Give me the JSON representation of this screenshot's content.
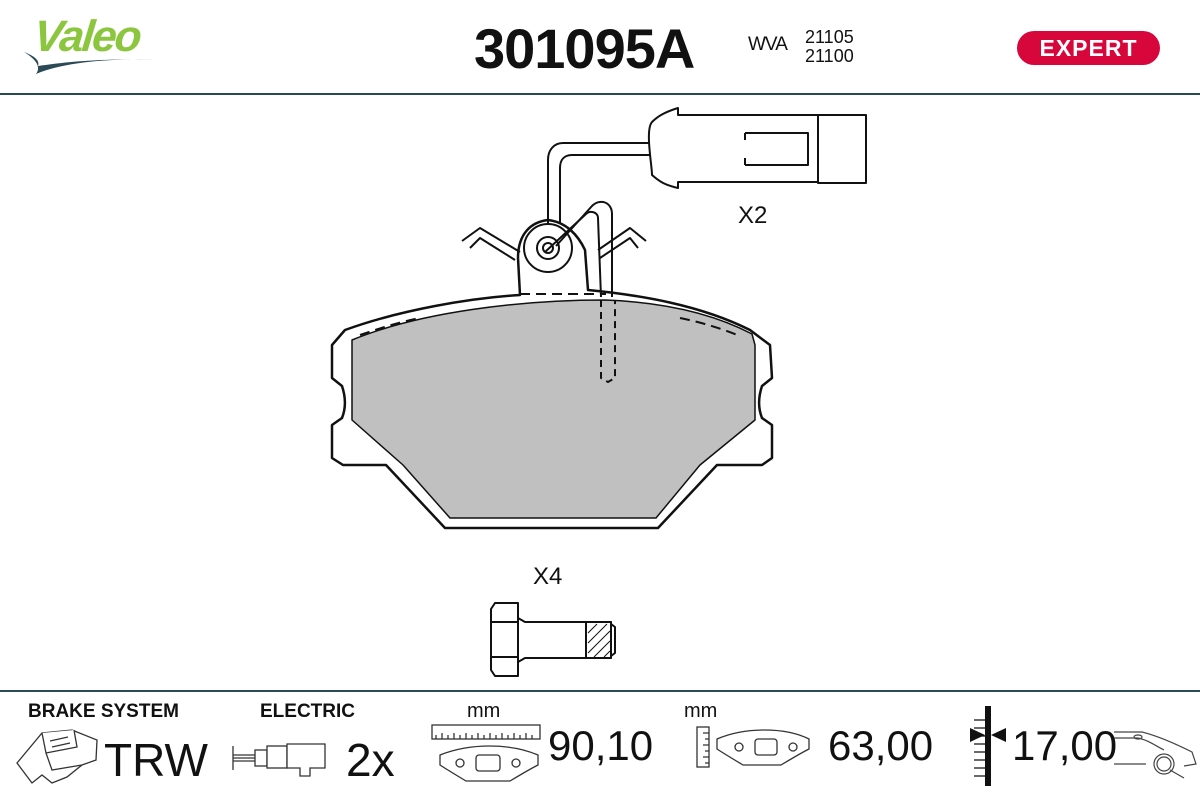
{
  "header": {
    "brand": "Valeo",
    "part_number": "301095A",
    "wva_label": "WVA",
    "wva_numbers": [
      "21105",
      "21100"
    ],
    "badge": "EXPERT"
  },
  "colors": {
    "brand_green": "#8cc63f",
    "brand_swoosh": "#2a4a55",
    "badge_red": "#d7063b",
    "pad_fill": "#c0c0c0",
    "divider": "#2a4a55"
  },
  "drawing": {
    "sensor_qty": "X2",
    "bolt_qty": "X4"
  },
  "footer": {
    "brake_system": {
      "label": "BRAKE SYSTEM",
      "value": "TRW",
      "icon": "caliper-icon"
    },
    "electric": {
      "label": "ELECTRIC",
      "value": "2x",
      "icon": "wear-sensor-icon"
    },
    "width": {
      "unit": "mm",
      "value": "90,10",
      "icon": "pad-width-icon"
    },
    "height": {
      "unit": "mm",
      "value": "63,00",
      "icon": "pad-height-icon"
    },
    "thickness": {
      "value": "17,00",
      "icon": "thickness-icon"
    },
    "axle": {
      "icon": "front-axle-car-icon"
    }
  }
}
